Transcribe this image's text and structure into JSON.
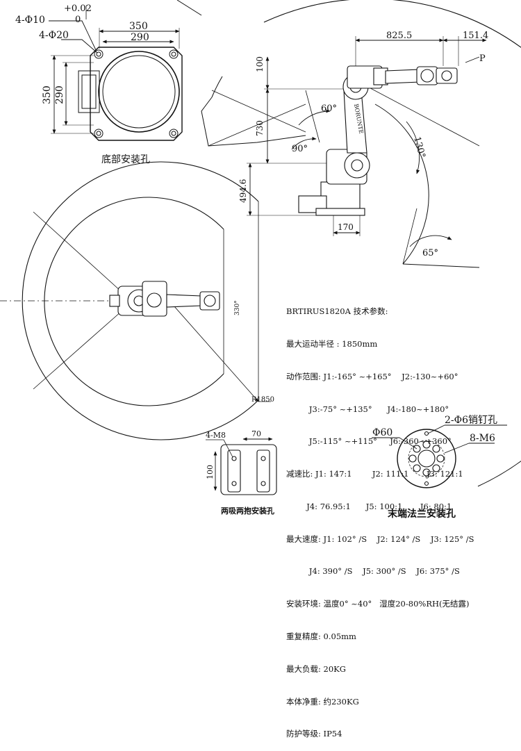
{
  "base_view": {
    "hole_small": "4-Φ10",
    "hole_small_tol_upper": "+0.02",
    "hole_small_tol_lower": "0",
    "hole_large": "4-Φ20",
    "width_outer": "350",
    "width_inner": "290",
    "height_outer": "350",
    "height_inner": "290",
    "caption": "底部安装孔"
  },
  "side_view": {
    "dim_reach": "825.5",
    "dim_wrist": "151.4",
    "point_label": "P",
    "dim_upper": "100",
    "dim_arm": "730",
    "dim_base_height": "494.6",
    "dim_base_width": "170",
    "angle_a": "60°",
    "angle_b": "90°",
    "angle_c": "130°",
    "angle_d": "65°",
    "brand": "BORUNTE"
  },
  "top_view": {
    "angle": "330°",
    "radius": "R1850"
  },
  "specs": {
    "lines": [
      "BRTIRUS1820A 技术参数:",
      "最大运动半径 : 1850mm",
      "动作范围: J1:-165° ~+165°    J2:-130~+60°",
      "         J3:-75° ~+135°      J4:-180~+180°",
      "         J5:-115° ~+115°     J6:-360~+360°",
      "减速比: J1: 147:1        J2: 111:1       J3: 121:1",
      "        J4: 76.95:1      J5: 100:1       J6: 80:1",
      "最大速度: J1: 102° /S    J2: 124° /S    J3: 125° /S",
      "         J4: 390° /S    J5: 300° /S    J6: 375° /S",
      "安装环境: 温度0° ~40°   湿度20-80%RH(无结露)",
      "重复精度: 0.05mm",
      "最大负载: 20KG",
      "本体净重: 约230KG",
      "防护等级: IP54"
    ]
  },
  "gripper_view": {
    "thread": "4-M8",
    "width": "70",
    "height": "100",
    "caption": "两吸两抱安装孔"
  },
  "flange_view": {
    "diameter": "Φ60",
    "pin_holes": "2-Φ6销钉孔",
    "threads": "8-M6",
    "caption": "末端法兰安装孔"
  }
}
